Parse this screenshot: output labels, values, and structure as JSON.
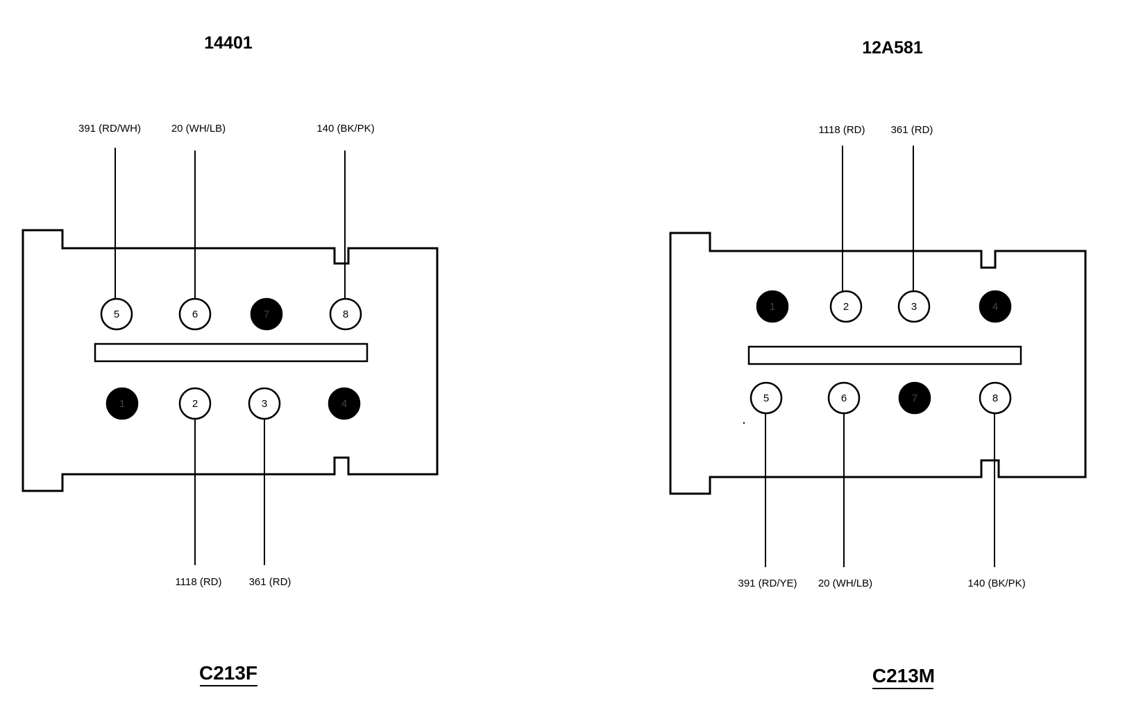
{
  "connectors": [
    {
      "part_number": "14401",
      "connector_id": "C213F",
      "top_pins": [
        {
          "n": "5",
          "filled": false
        },
        {
          "n": "6",
          "filled": false
        },
        {
          "n": "7",
          "filled": true
        },
        {
          "n": "8",
          "filled": false
        }
      ],
      "bottom_pins": [
        {
          "n": "1",
          "filled": true
        },
        {
          "n": "2",
          "filled": false
        },
        {
          "n": "3",
          "filled": false
        },
        {
          "n": "4",
          "filled": true
        }
      ],
      "wires": [
        {
          "pin": "5",
          "label": "391 (RD/WH)"
        },
        {
          "pin": "6",
          "label": "20 (WH/LB)"
        },
        {
          "pin": "8",
          "label": "140 (BK/PK)"
        },
        {
          "pin": "2",
          "label": "1118 (RD)"
        },
        {
          "pin": "3",
          "label": "361 (RD)"
        }
      ]
    },
    {
      "part_number": "12A581",
      "connector_id": "C213M",
      "top_pins": [
        {
          "n": "1",
          "filled": true
        },
        {
          "n": "2",
          "filled": false
        },
        {
          "n": "3",
          "filled": false
        },
        {
          "n": "4",
          "filled": true
        }
      ],
      "bottom_pins": [
        {
          "n": "5",
          "filled": false
        },
        {
          "n": "6",
          "filled": false
        },
        {
          "n": "7",
          "filled": true
        },
        {
          "n": "8",
          "filled": false
        }
      ],
      "wires": [
        {
          "pin": "2",
          "label": "1118 (RD)"
        },
        {
          "pin": "3",
          "label": "361 (RD)"
        },
        {
          "pin": "5",
          "label": "391 (RD/YE)"
        },
        {
          "pin": "6",
          "label": "20 (WH/LB)"
        },
        {
          "pin": "8",
          "label": "140 (BK/PK)"
        }
      ]
    }
  ]
}
